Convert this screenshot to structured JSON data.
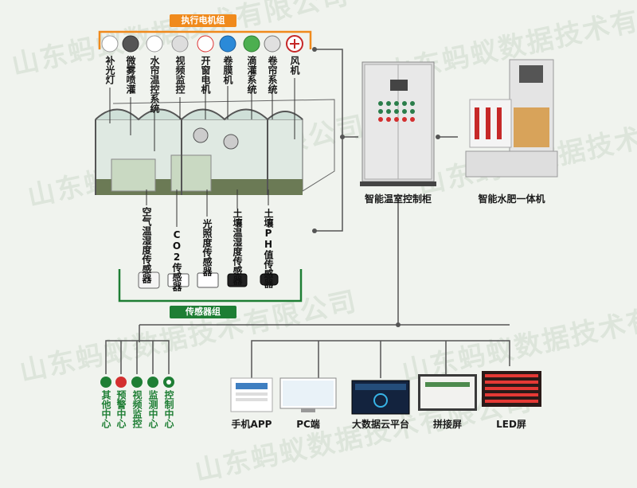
{
  "watermark": "山东蚂蚁数据技术有限公司",
  "actuator_group": {
    "title": "执行电机组",
    "items": [
      "补光灯",
      "微雾喷灌",
      "水帘温控系统",
      "视频监控",
      "开窗电机",
      "卷膜机",
      "滴灌系统",
      "卷帘系统",
      "风机"
    ]
  },
  "sensor_group": {
    "title": "传感器组",
    "items": [
      "空气温湿度传感器",
      "CO2传感器",
      "光照度传感器",
      "土壤温湿度传感器",
      "土壤PH值传感器"
    ]
  },
  "devices": {
    "cabinet": "智能温室控制柜",
    "fertigation": "智能水肥一体机"
  },
  "centers": [
    "其他中心",
    "预警中心",
    "视频监控",
    "监测中心",
    "控制中心"
  ],
  "outputs": [
    "手机APP",
    "PC端",
    "大数据云平台",
    "拼接屏",
    "LED屏"
  ],
  "colors": {
    "orange": "#f08a1c",
    "green": "#1e7e34",
    "line": "#555555"
  }
}
